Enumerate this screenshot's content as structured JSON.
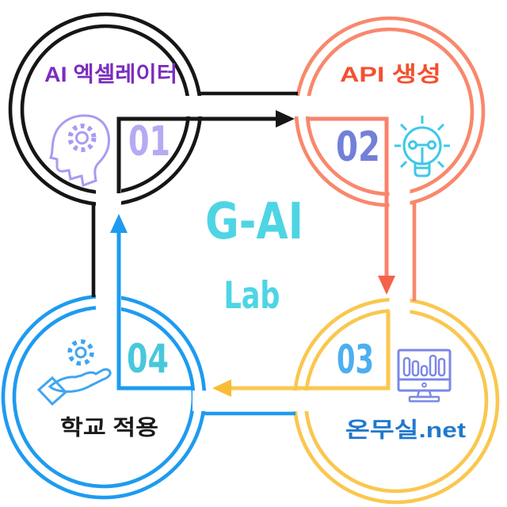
{
  "title": {
    "line1": "G-AI",
    "line2": "Lab",
    "color": "#4ED5E4"
  },
  "steps": [
    {
      "number": "01",
      "label": "AI 엑셀레이터",
      "position": "top-left",
      "ring_color": "#161616",
      "label_color": "#7B2EBE",
      "number_color": "#B7A9F4",
      "icon": "head-gears-icon",
      "icon_color": "#A89BF2"
    },
    {
      "number": "02",
      "label": "API 생성",
      "position": "top-right",
      "ring_color": "#F8886C",
      "label_color": "#F4502F",
      "number_color": "#7380D8",
      "icon": "lightbulb-idea-icon",
      "icon_color": "#3EC8E8"
    },
    {
      "number": "03",
      "label": "온무실.net",
      "position": "bottom-right",
      "ring_color": "#FAC74E",
      "label_color": "#2078CC",
      "number_color": "#4DAFF0",
      "icon": "monitor-chart-icon",
      "icon_color": "#7B87E8"
    },
    {
      "number": "04",
      "label": "학교 적용",
      "position": "bottom-left",
      "ring_color": "#1E9BF0",
      "label_color": "#1A1A1A",
      "number_color": "#48C7DC",
      "icon": "hand-gear-icon",
      "icon_color": "#3FA5F0"
    }
  ],
  "arrows": [
    {
      "from": "01",
      "to": "02",
      "direction": "right",
      "color": "#161616"
    },
    {
      "from": "02",
      "to": "03",
      "direction": "down",
      "color": "#F8826A",
      "head_color": "#F4624A"
    },
    {
      "from": "03",
      "to": "04",
      "direction": "left",
      "color": "#FAC74E",
      "head_color": "#FABB35"
    },
    {
      "from": "04",
      "to": "01",
      "direction": "up",
      "color": "#1E9BF0",
      "head_color": "#1E9BF0"
    }
  ]
}
